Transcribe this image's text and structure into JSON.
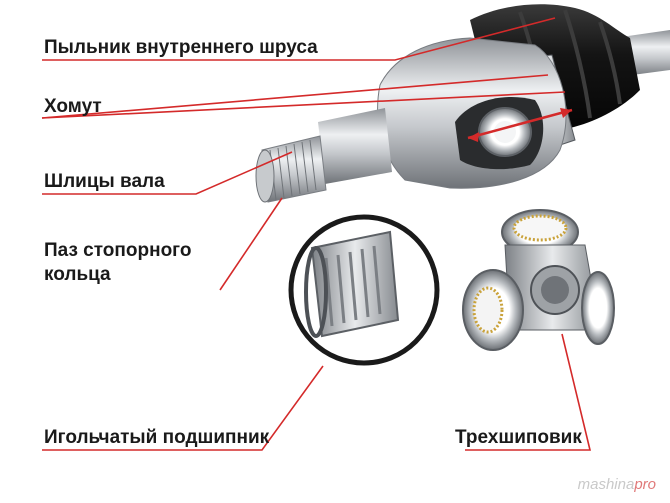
{
  "labels": {
    "boot": "Пыльник внутреннего шруса",
    "clamp": "Хомут",
    "splines": "Шлицы вала",
    "groove_line1": "Паз стопорного",
    "groove_line2": "кольца",
    "needle_bearing": "Игольчатый подшипник",
    "tripod": "Трехшиповик"
  },
  "watermark": {
    "main": "mashina",
    "accent": "pro"
  },
  "colors": {
    "leader": "#d42a2a",
    "text": "#1a1a1a",
    "metal": "#b9bcc0",
    "boot": "#1c1c1c"
  }
}
